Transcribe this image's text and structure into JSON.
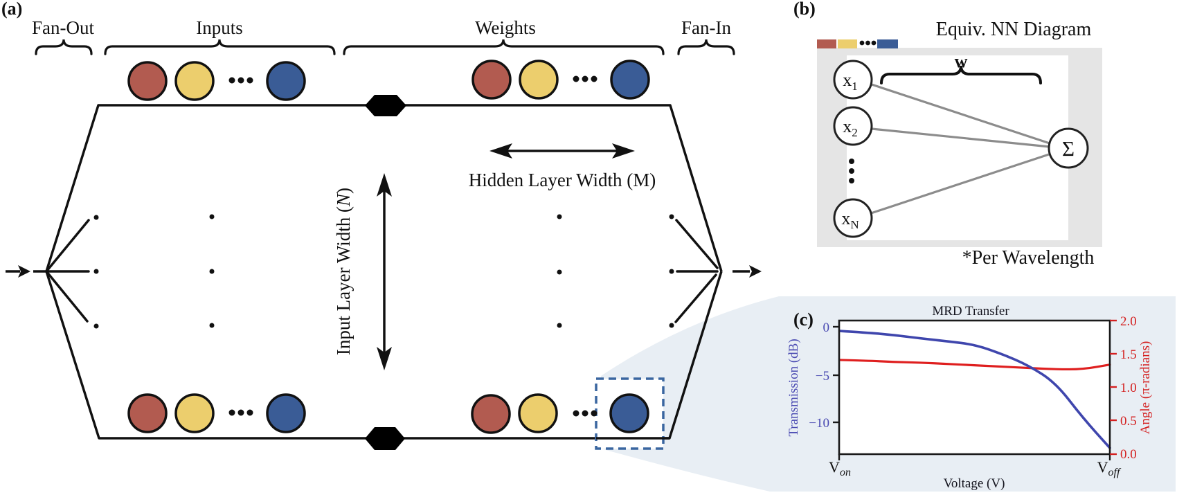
{
  "figure": {
    "panel_a": {
      "label": "(a)",
      "brackets": {
        "fan_out": "Fan-Out",
        "inputs": "Inputs",
        "weights": "Weights",
        "fan_in": "Fan-In"
      },
      "input_layer_width": {
        "pre": "Input Layer Width (",
        "var": "N",
        "post": ")"
      },
      "hidden_layer_width": "Hidden Layer Width (M)",
      "wavelength_colors": {
        "red": "#b25b50",
        "yellow": "#ecce6d",
        "blue": "#3a5c96"
      }
    },
    "panel_b": {
      "label": "(b)",
      "title": "Equiv. NN Diagram",
      "weight_label": "w",
      "nodes": [
        {
          "base": "x",
          "sub": "1"
        },
        {
          "base": "x",
          "sub": "2"
        },
        {
          "base": "x",
          "sub": "N"
        }
      ],
      "sum_node": "Σ",
      "footnote": "*Per Wavelength"
    },
    "panel_c": {
      "label": "(c)",
      "title": "MRD Transfer",
      "ylabel_left": "Transmission (dB)",
      "ylabel_right": "Angle (π-radians)",
      "xlabel": "Voltage (V)",
      "left_ticks": [
        "0",
        "−5",
        "−10"
      ],
      "right_ticks": [
        "2.0",
        "1.5",
        "1.0",
        "0.5",
        "0.0"
      ],
      "x_tick_left": {
        "base": "V",
        "sub": "on"
      },
      "x_tick_right": {
        "base": "V",
        "sub": "off"
      },
      "colors": {
        "transmission": "#3f46ad",
        "angle": "#df1f1f"
      }
    }
  },
  "chart_data": {
    "type": "line",
    "title": "MRD Transfer",
    "xlabel": "Voltage (V)",
    "x_range_labels": [
      "V_on",
      "V_off"
    ],
    "x_normalized": [
      0,
      0.1,
      0.2,
      0.3,
      0.4,
      0.5,
      0.6,
      0.7,
      0.8,
      0.9,
      1.0
    ],
    "series": [
      {
        "name": "Transmission (dB)",
        "axis": "left",
        "color": "#3f46ad",
        "values": [
          -0.43,
          -0.6,
          -0.85,
          -1.2,
          -1.5,
          -1.85,
          -2.8,
          -4.0,
          -5.8,
          -9.4,
          -12.5
        ],
        "ylim": [
          -13.3,
          0.6
        ],
        "yticks": [
          0,
          -5,
          -10
        ]
      },
      {
        "name": "Angle (π-radians)",
        "axis": "right",
        "color": "#df1f1f",
        "values": [
          1.41,
          1.4,
          1.38,
          1.37,
          1.35,
          1.33,
          1.31,
          1.29,
          1.27,
          1.27,
          1.34
        ],
        "ylim": [
          0.0,
          2.0
        ],
        "yticks": [
          2.0,
          1.5,
          1.0,
          0.5,
          0.0
        ]
      }
    ],
    "legend": "none",
    "grid": false
  }
}
